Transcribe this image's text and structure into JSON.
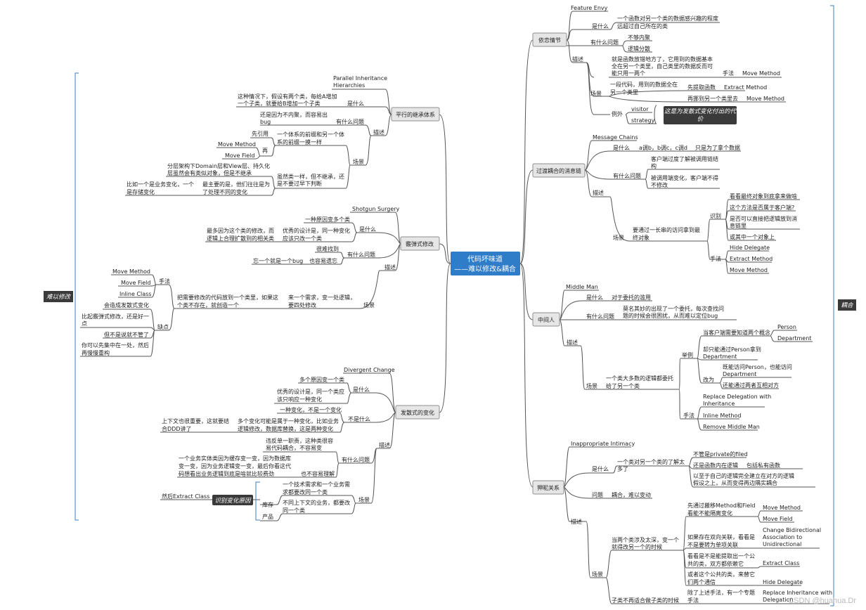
{
  "root": {
    "line1": "代码坏味道",
    "line2": "——难以修改&耦合"
  },
  "left_side_label": "难以修改",
  "right_side_label": "耦合",
  "watermark": "CSDN @huahua.Dr",
  "colors": {
    "root_fill": "#2f7cc8",
    "branch_fill": "#e6e6e6",
    "branch_border": "#8f8f8f",
    "line": "#555555",
    "side_fill": "#3a3a3a",
    "bracket": "#3b82c4"
  },
  "branches": {
    "dependency_envy": {
      "label": "依恋情节",
      "name_en": "Feature Envy",
      "what": "是什么",
      "what_text1": "一个函数对另一个类的数据感兴趣的程度",
      "what_text2": "远超过自己所在的类",
      "problem": "有什么问题",
      "problem_a": "不够内聚",
      "problem_b": "逻辑分散",
      "desc": "描述",
      "desc_text1": "就是函数放错地方了，它用到的数据基本",
      "desc_text2": "全在另一个类里，自己类里的数据反而可",
      "desc_text3": "能只用一两个",
      "method": "手法",
      "method_a": "Move Method",
      "scene": "场景",
      "scene_text1": "一段代码，用到的数据全在",
      "scene_text2": "另一个类里",
      "scene_a": "先提取函数",
      "scene_a_tech": "Extract Method",
      "scene_b": "再挪到另一个类里去",
      "scene_b_tech": "Move Method",
      "exception": "例外",
      "exc_a": "visitor",
      "exc_b": "strategy",
      "exc_note1": "这是为发散式变化付出的代",
      "exc_note2": "价"
    },
    "message_chains": {
      "label": "过渡耦合的消息链",
      "name_en": "Message Chains",
      "what": "是什么",
      "what_text1": "a调b，b调c，c调d",
      "what_text2": "只是为了拿个数据",
      "problem": "有什么问题",
      "problem_a1": "客户端过度了解被调用链结",
      "problem_a2": "构",
      "problem_b1": "被调用端变化，客户端不得",
      "problem_b2": "不修改",
      "desc": "描述",
      "scene": "场景",
      "scene_text1": "要通过一长串的访问拿到最",
      "scene_text2": "终对象",
      "identify": "识别",
      "id_a": "看看最终对象到底拿来做啥",
      "id_b": "这个方法是否属于客户端?",
      "id_c1": "是否可以直接把逻辑放到消",
      "id_c2": "息链里",
      "id_d": "或其中一个对象上",
      "method": "手法",
      "m_a": "Hide Delegate",
      "m_b": "Extract Method",
      "m_c": "Move Method"
    },
    "middle_man": {
      "label": "中间人",
      "name_en": "Middle Man",
      "what": "是什么",
      "what_text": "对于委托的滥用",
      "problem": "有什么问题",
      "problem_text1": "莫名其妙的出现了一个委托，每次查找问",
      "problem_text2": "题的时候会很困扰，从而难以定位bug",
      "desc": "描述",
      "scene": "场景",
      "scene_text1": "一个类大多数的逻辑都委托",
      "scene_text2": "给了另一个类",
      "example": "举例",
      "ex_a": "当客户端需要知道两个概念",
      "ex_a1": "Person",
      "ex_a2": "Department",
      "ex_b1": "却只能通过Person拿到",
      "ex_b2": "Department",
      "change": "改为",
      "ch_a1": "既能访问Person，也能访问",
      "ch_a2": "Department",
      "ch_b": "还能通过两者互相对方",
      "method": "手法",
      "m_a1": "Replace Delegation with",
      "m_a2": "Inheritance",
      "m_b": "Inline Method",
      "m_c": "Remove Middle Man"
    },
    "intimacy": {
      "label": "狎昵关系",
      "name_en": "Inappropriate Intimacy",
      "what": "是什么",
      "what_text1": "一个类对另一个类的了解太",
      "what_text2": "多了",
      "what_a": "不管是private的filed",
      "what_b": "还是函数内在逻辑",
      "what_b2": "包括私有函数",
      "what_c1": "以至于自己的逻辑完全建立在对方的逻辑",
      "what_c2": "假设之上，从而变得再边隅实耦合",
      "problem": "问题",
      "problem_text": "耦合，难以变动",
      "desc": "描述",
      "scene": "场景",
      "scene_a1": "当两个类涉及太深，变一个",
      "scene_a2": "就得改另一个的时候",
      "s1_1": "先通过搬移Method和Field",
      "s1_2": "看能不能隔离变化",
      "s1_m1": "Move Method",
      "s1_m2": "Move Field",
      "s2_1": "如果存在双向关联，看看是",
      "s2_2": "不是要转为单项关联",
      "s2_m1": "Change Bidirectional",
      "s2_m2": "Association to",
      "s2_m3": "Unidirectional",
      "s3_1": "看看是不是能提取出一个公",
      "s3_2": "共的类，双方都依赖它",
      "s3_m": "Extract Class",
      "s4_1": "或者这个公共的类，来替它",
      "s4_2": "们两个通信",
      "s4_m": "Hide Delegate",
      "scene_b": "子类不再适合做子类的时候",
      "s5_1": "除了上述手法，有一个专题",
      "s5_2": "手法",
      "s5_m1": "Replace Inheritance with",
      "s5_m2": "Delegation"
    },
    "parallel": {
      "label": "平行的继承体系",
      "name_en1": "Parallel Inheritance",
      "name_en2": "Hierarchies",
      "what": "是什么",
      "what_text1": "这种情况下，假设有两个类，每给A增加",
      "what_text2": "一个子类，就要给B增加一个子类",
      "problem": "有什么问题",
      "problem_text1": "还是因为不内聚，而容易出",
      "problem_text2": "bug",
      "desc": "描述",
      "scene": "场景",
      "s1_1": "一个体系的前缀和另一个体",
      "s1_2": "系的前缀一摸一样",
      "first": "先引用",
      "again": "再",
      "m_a": "Move Method",
      "m_b": "Move Field",
      "s2_1": "虽然类一样，但不继承，还",
      "s2_2": "是不要过早下判断",
      "s2_a1": "分层架构下Domain层和View层、持久化",
      "s2_a2": "层虽然会有类似对象，但是不继承",
      "s2_b1": "最主要的是，他们往往是为",
      "s2_b2": "了处理不同的变化",
      "s2_c1": "比如一个是业务变化，一个",
      "s2_c2": "是存储变化"
    },
    "shotgun": {
      "label": "霰弹式修改",
      "name_en": "Shotgun Surgery",
      "what": "是什么",
      "what_a": "一种原因变多个类",
      "what_b1": "优秀的设计是，同一种变化",
      "what_b2": "应该只改一个类",
      "what_c1": "最多因为这个类的修改，而",
      "what_c2": "逻辑上合理扩散到的相关类",
      "problem": "有什么问题",
      "problem_a": "很难找到",
      "problem_b": "也容易遗忘",
      "problem_c": "忘一个就是一个bug",
      "desc": "描述",
      "scene": "场景",
      "scene_text1": "来一个需求，变一处逻辑，",
      "scene_text2": "要四处修改",
      "scene_a1": "把需要修改的代码放到一个类里，如果这",
      "scene_a2": "个类不存在，就创造一个",
      "method": "手法",
      "m_a": "Move Method",
      "m_b": "Move Field",
      "m_c": "Inline Class",
      "flaw": "缺点",
      "f_a": "会造成发散式变化",
      "f_b1": "比起霰弹式修改，还是好一",
      "f_b2": "点",
      "f_c": "但不是说就不管了",
      "f_d1": "你可以先集中在一处，然后",
      "f_d2": "再慢慢重构"
    },
    "divergent": {
      "label": "发散式的变化",
      "name_en": "Divergent Change",
      "what": "是什么",
      "what_a": "多个原因变一个类",
      "what_b1": "优秀的设计是，同一个类应",
      "what_b2": "该只响应一种变化",
      "not_what": "不是什么",
      "not_a": "一种变化，不是一个变化",
      "not_b1": "多个变化可能是属于一种变化，比如业务",
      "not_b2": "逻辑修改，数据库替换，这是两种变化",
      "not_c1": "上下文也很重要，这就要结",
      "not_c2": "合DDD讲了",
      "desc": "描述",
      "problem": "有什么问题",
      "p_a1": "违反单一职责，这种类很容",
      "p_a2": "易代码耦合，不容易变",
      "p_b1": "一个业务实体类因为缓存变一变，因为数据库",
      "p_b2": "变一变，因为业务逻辑变一变，最后你看这代",
      "p_b3": "码想看出业务逻辑到底是啥就比较费劲",
      "p_c": "也不容易理解",
      "scene": "场景",
      "scene_a1": "一个技术需求和一个业务需",
      "scene_a2": "求都要改同一个类",
      "scene_b1": "不同上下文的业务，都要改",
      "scene_b2": "同一个类",
      "stock": "库存",
      "product": "产品",
      "identify": "识别变化原因",
      "then": "然后Extract Class"
    }
  }
}
